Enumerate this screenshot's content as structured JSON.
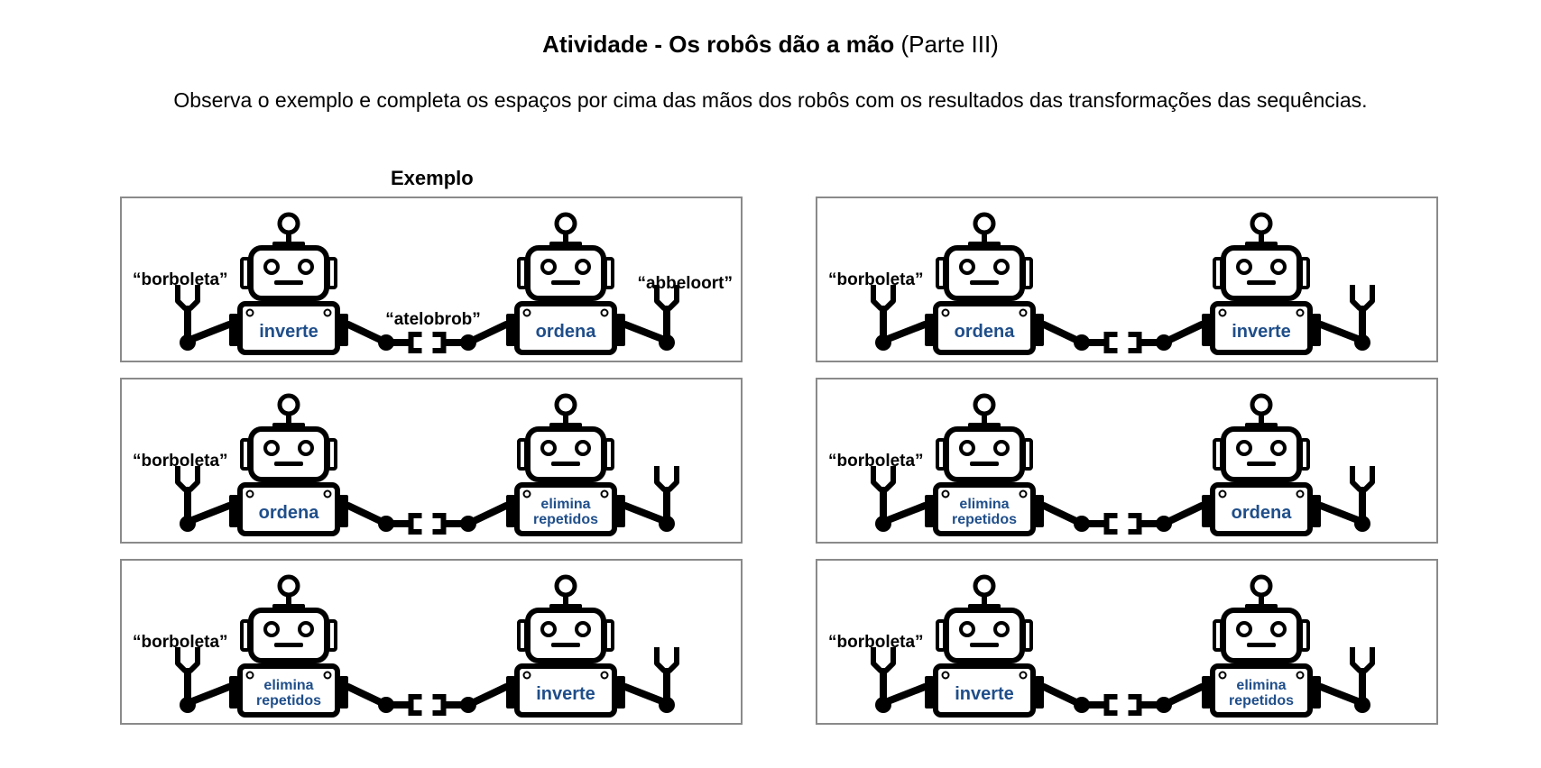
{
  "page": {
    "title_bold": "Atividade - Os robôs dão a mão",
    "title_rest": " (Parte III)",
    "instruction": "Observa o exemplo e completa os espaços por cima das mãos dos robôs com os resultados das transformações das sequências.",
    "example_label": "Exemplo"
  },
  "panels": [
    {
      "input": "“borboleta”",
      "middle": "“atelobrob”",
      "output": "“abbeloort”",
      "robot1": [
        "inverte"
      ],
      "robot2": [
        "ordena"
      ]
    },
    {
      "input": "“borboleta”",
      "middle": "",
      "output": "",
      "robot1": [
        "ordena"
      ],
      "robot2": [
        "elimina",
        "repetidos"
      ]
    },
    {
      "input": "“borboleta”",
      "middle": "",
      "output": "",
      "robot1": [
        "elimina",
        "repetidos"
      ],
      "robot2": [
        "inverte"
      ]
    },
    {
      "input": "“borboleta”",
      "middle": "",
      "output": "",
      "robot1": [
        "ordena"
      ],
      "robot2": [
        "inverte"
      ]
    },
    {
      "input": "“borboleta”",
      "middle": "",
      "output": "",
      "robot1": [
        "elimina",
        "repetidos"
      ],
      "robot2": [
        "ordena"
      ]
    },
    {
      "input": "“borboleta”",
      "middle": "",
      "output": "",
      "robot1": [
        "inverte"
      ],
      "robot2": [
        "elimina",
        "repetidos"
      ]
    }
  ],
  "colors": {
    "robot_text": "#1f4e8a",
    "panel_border": "#8a8a8a"
  },
  "icons": [
    "robot-icon",
    "gripper-hand-icon",
    "handshake-clamp-icon"
  ]
}
